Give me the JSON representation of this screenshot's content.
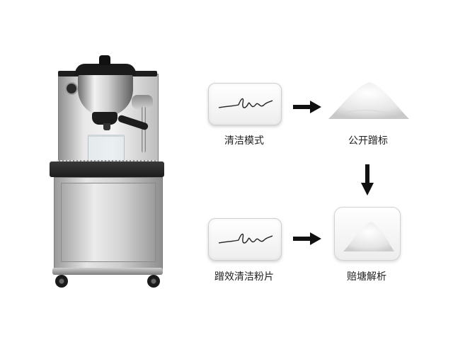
{
  "diagram": {
    "step1_label": "清洁模式",
    "step2_label": "公开蹭标",
    "step3_label": "蹭效清洁粉片",
    "step4_label": "赔塘解析"
  },
  "icons": {
    "machine": "espresso-machine-icon",
    "tablet": "cleaning-tablet-icon",
    "powder": "powder-pile-icon",
    "arrow": "arrow-icon"
  },
  "colors": {
    "arrow": "#111111",
    "machine_dark": "#1c1c1c",
    "steel": "#d0d0d0"
  }
}
